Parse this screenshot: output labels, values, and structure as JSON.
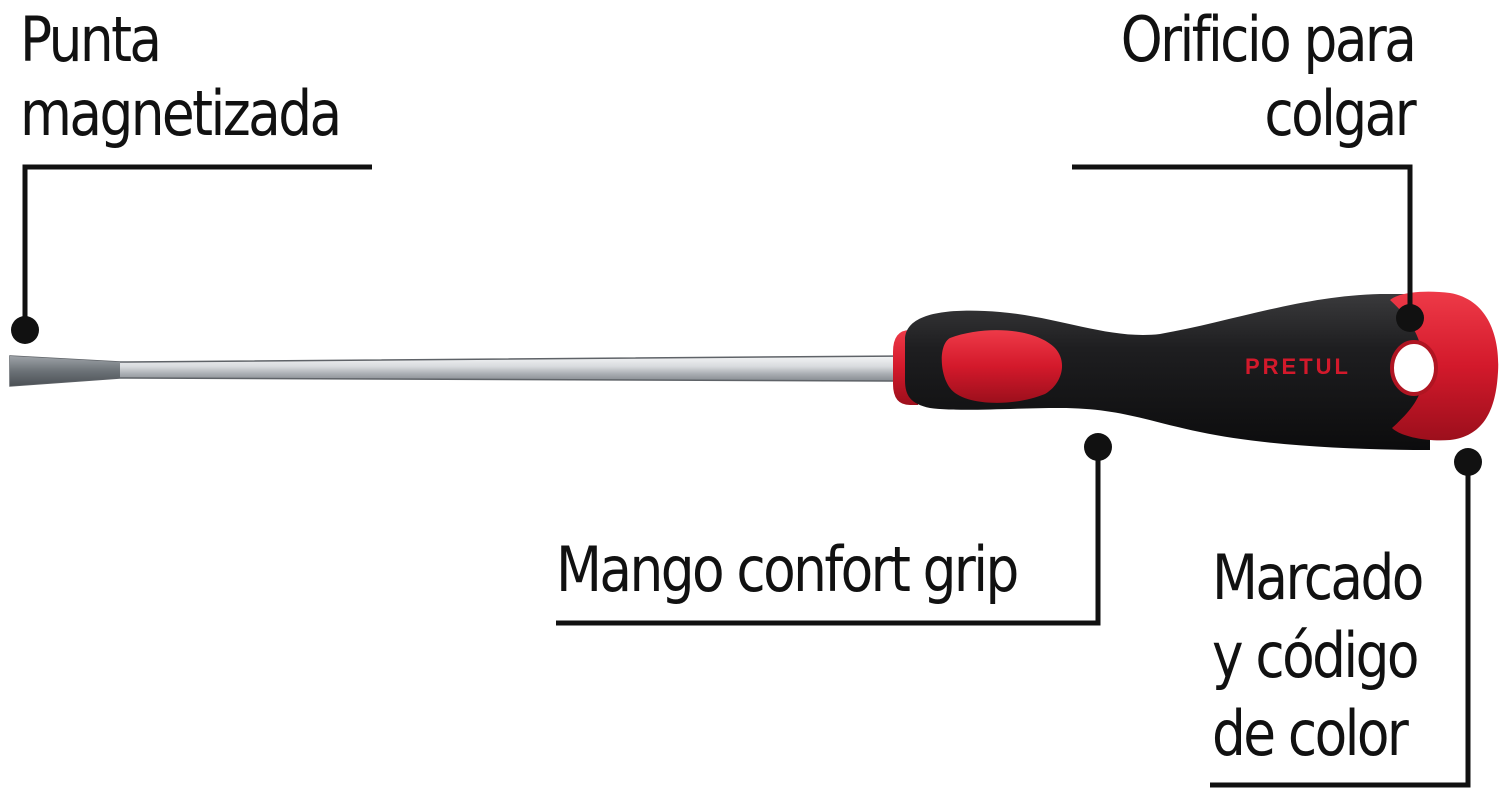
{
  "callouts": {
    "tip": {
      "line1": "Punta",
      "line2": "magnetizada"
    },
    "hole": {
      "line1": "Orificio para",
      "line2": "colgar"
    },
    "grip": {
      "text": "Mango confort grip"
    },
    "marking": {
      "line1": "Marcado",
      "line2": "y código",
      "line3": "de color"
    }
  },
  "product": {
    "brand": "PRETUL"
  },
  "colors": {
    "text": "#111111",
    "leader_line": "#111111",
    "handle_black": "#1b1b1b",
    "handle_red": "#d3192b",
    "shaft_steel": "#c4c7ca"
  }
}
